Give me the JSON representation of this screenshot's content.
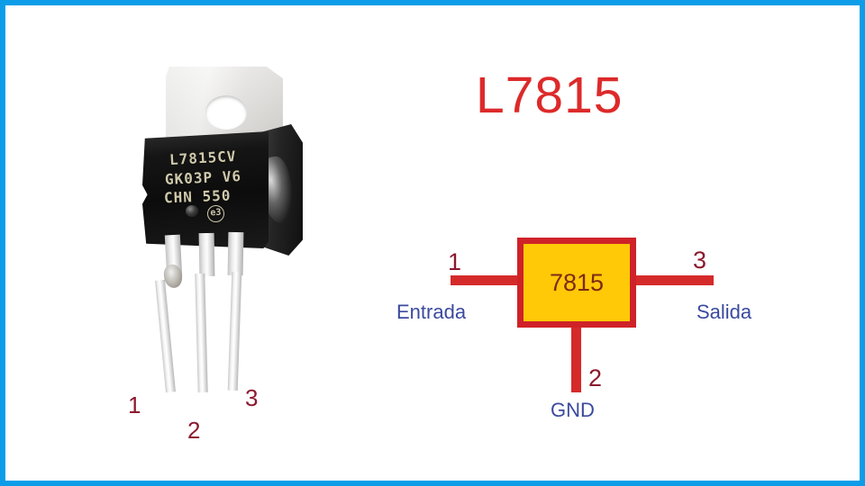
{
  "frame": {
    "border_color": "#0d9de8",
    "background_color": "#ffffff"
  },
  "photo": {
    "component_type": "TO-220 voltage regulator",
    "markings": {
      "line1": "L7815CV",
      "line2": "GK03P V6",
      "line3": "CHN 550",
      "eco_mark": "e3"
    },
    "pin_callouts": [
      {
        "number": "1"
      },
      {
        "number": "2"
      },
      {
        "number": "3"
      }
    ]
  },
  "diagram": {
    "title": "L7815",
    "title_color": "#dd2a2a",
    "box": {
      "label": "7815",
      "fill_color": "#ffc907",
      "border_color": "#cf2228",
      "label_color": "#7d2a16"
    },
    "wire_color": "#d52a2a",
    "pin_number_color": "#8b1a2f",
    "terminal_label_color": "#3b4a9e",
    "terminals": [
      {
        "number": "1",
        "label": "Entrada",
        "position": "left"
      },
      {
        "number": "2",
        "label": "GND",
        "position": "bottom"
      },
      {
        "number": "3",
        "label": "Salida",
        "position": "right"
      }
    ]
  }
}
